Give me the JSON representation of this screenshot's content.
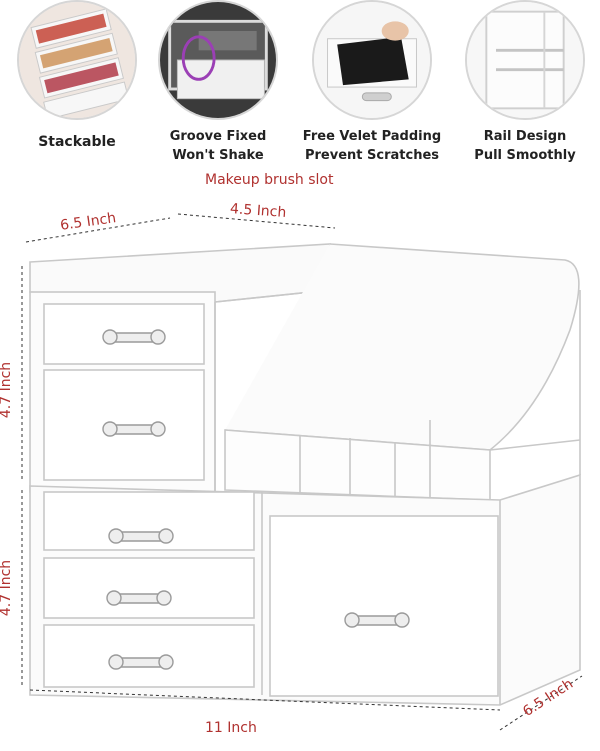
{
  "features": [
    {
      "icon": "stacked-organizer-photo",
      "label": "Stackable"
    },
    {
      "icon": "groove-closeup-photo",
      "label": "Groove Fixed\nWon't Shake"
    },
    {
      "icon": "velvet-padding-photo",
      "label": "Free Velet Padding\nPrevent Scratches"
    },
    {
      "icon": "rail-closeup-photo",
      "label": "Rail Design\nPull Smoothly"
    }
  ],
  "dimensions": {
    "brush_slot": "Makeup brush slot",
    "top_depth": "6.5 Inch",
    "top_width": "4.5 Inch",
    "upper_height": "4.7 Inch",
    "lower_height": "4.7 Inch",
    "base_width": "11 Inch",
    "base_depth": "6.5 Inch"
  },
  "colors": {
    "dimension_text": "#b0312f",
    "label_text": "#222222"
  }
}
